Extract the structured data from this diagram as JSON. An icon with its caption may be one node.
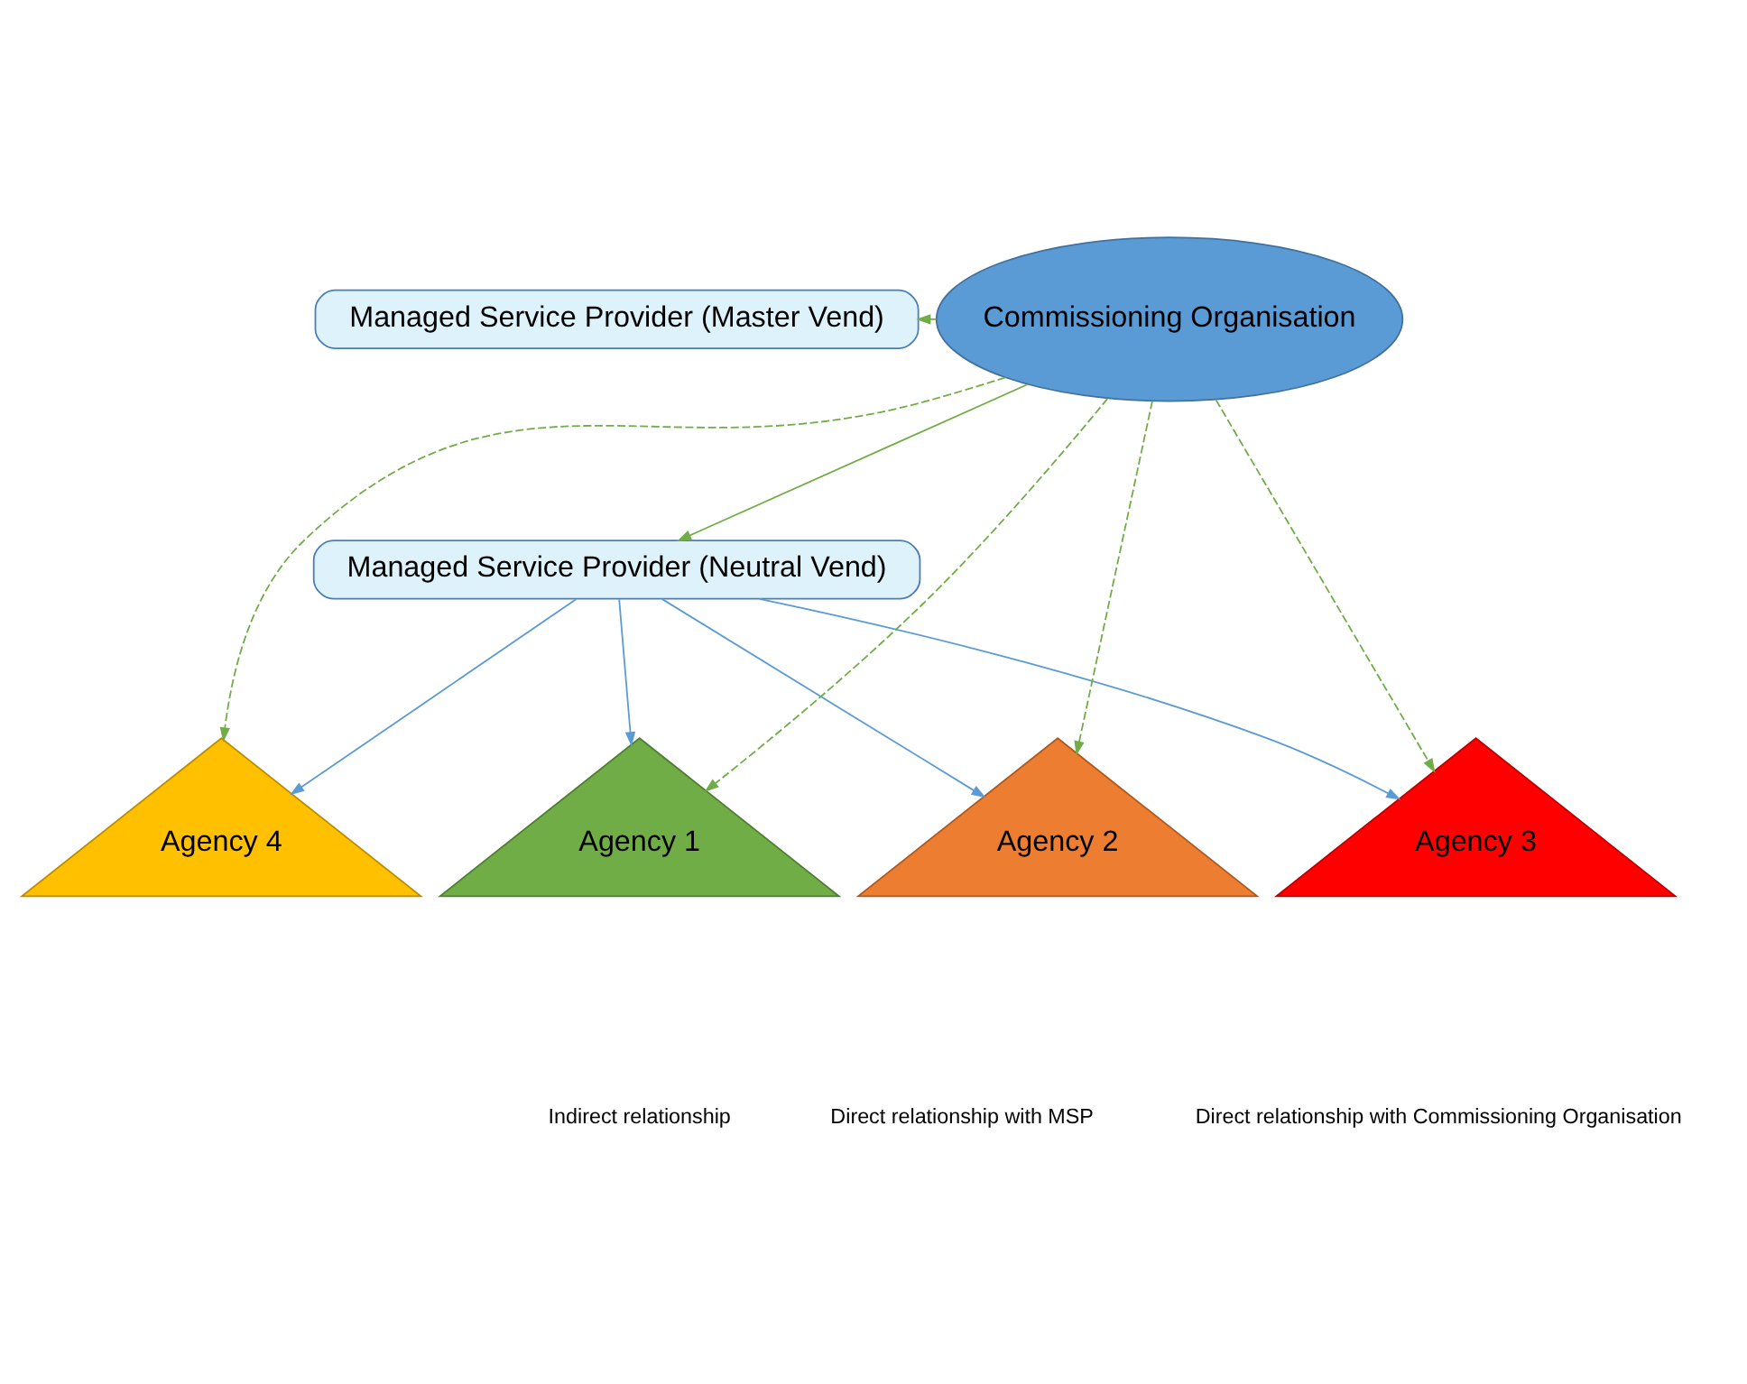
{
  "diagram": {
    "nodes": [
      {
        "text": [
          "Managed Service Provider (Master Vend)"
        ]
      },
      {
        "text": [
          "Managed Service Provider (Neutral Vend)"
        ]
      },
      {
        "text": [
          "Commissioning Organisation"
        ]
      },
      {
        "text": [
          "Agency 1"
        ]
      },
      {
        "text": [
          "Agency 2"
        ]
      },
      {
        "text": [
          "Agency 3"
        ]
      },
      {
        "text": [
          "Agency 4"
        ]
      }
    ],
    "edges": [
      {
        "from": 2,
        "to": 0,
        "arrow": "to"
      },
      {
        "from": 2,
        "to": 1,
        "arrow": "to"
      },
      {
        "from": 1,
        "to": 3,
        "arrow": "to",
        "color": "#5b9bd5"
      },
      {
        "from": 1,
        "to": 4,
        "arrow": "to",
        "color": "#5b9bd5"
      },
      {
        "from": 1,
        "to": 5,
        "arrow": "to",
        "color": "#5b9bd5"
      },
      {
        "from": 1,
        "to": 6,
        "arrow": "to",
        "color": "#5b9bd5"
      },
      {
        "from": 2,
        "to": 3,
        "arrow": "to",
        "style": "dashed"
      },
      {
        "from": 2,
        "to": 4,
        "arrow": "to",
        "style": "dashed"
      },
      {
        "from": 2,
        "to": 5,
        "arrow": "to",
        "style": "dashed"
      },
      {
        "from": 2,
        "to": 6,
        "arrow": "to",
        "style": "dashed"
      }
    ],
    "legend": [
      {
        "text": "Indirect relationship"
      },
      {
        "text": "Direct relationship with MSP"
      },
      {
        "text": "Direct relationship with Commissioning Organisation"
      }
    ]
  }
}
